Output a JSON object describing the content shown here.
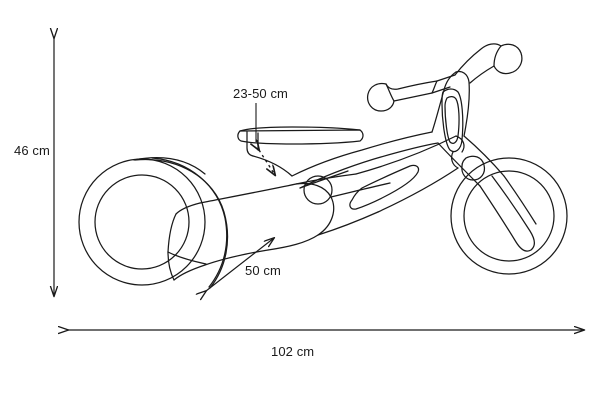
{
  "drawing": {
    "title": "Balance bike dimensioned side view",
    "subject": "balance-bike",
    "style": "technical line drawing",
    "background_color": "#ffffff",
    "line_color": "#1a1a1a"
  },
  "dimensions": {
    "height": {
      "label": "46 cm",
      "value": 46,
      "unit": "cm",
      "measures": "overall height",
      "arrow": "vertical double-headed"
    },
    "seat_height": {
      "label": "23-50 cm",
      "min": 23,
      "max": 50,
      "unit": "cm",
      "measures": "adjustable seat height",
      "arrow": "dotted double-headed"
    },
    "wheelbase": {
      "label": "50 cm",
      "value": 50,
      "unit": "cm",
      "measures": "rear wheel span",
      "arrow": "diagonal double-headed"
    },
    "length": {
      "label": "102 cm",
      "value": 102,
      "unit": "cm",
      "measures": "overall length",
      "arrow": "horizontal double-headed"
    }
  }
}
